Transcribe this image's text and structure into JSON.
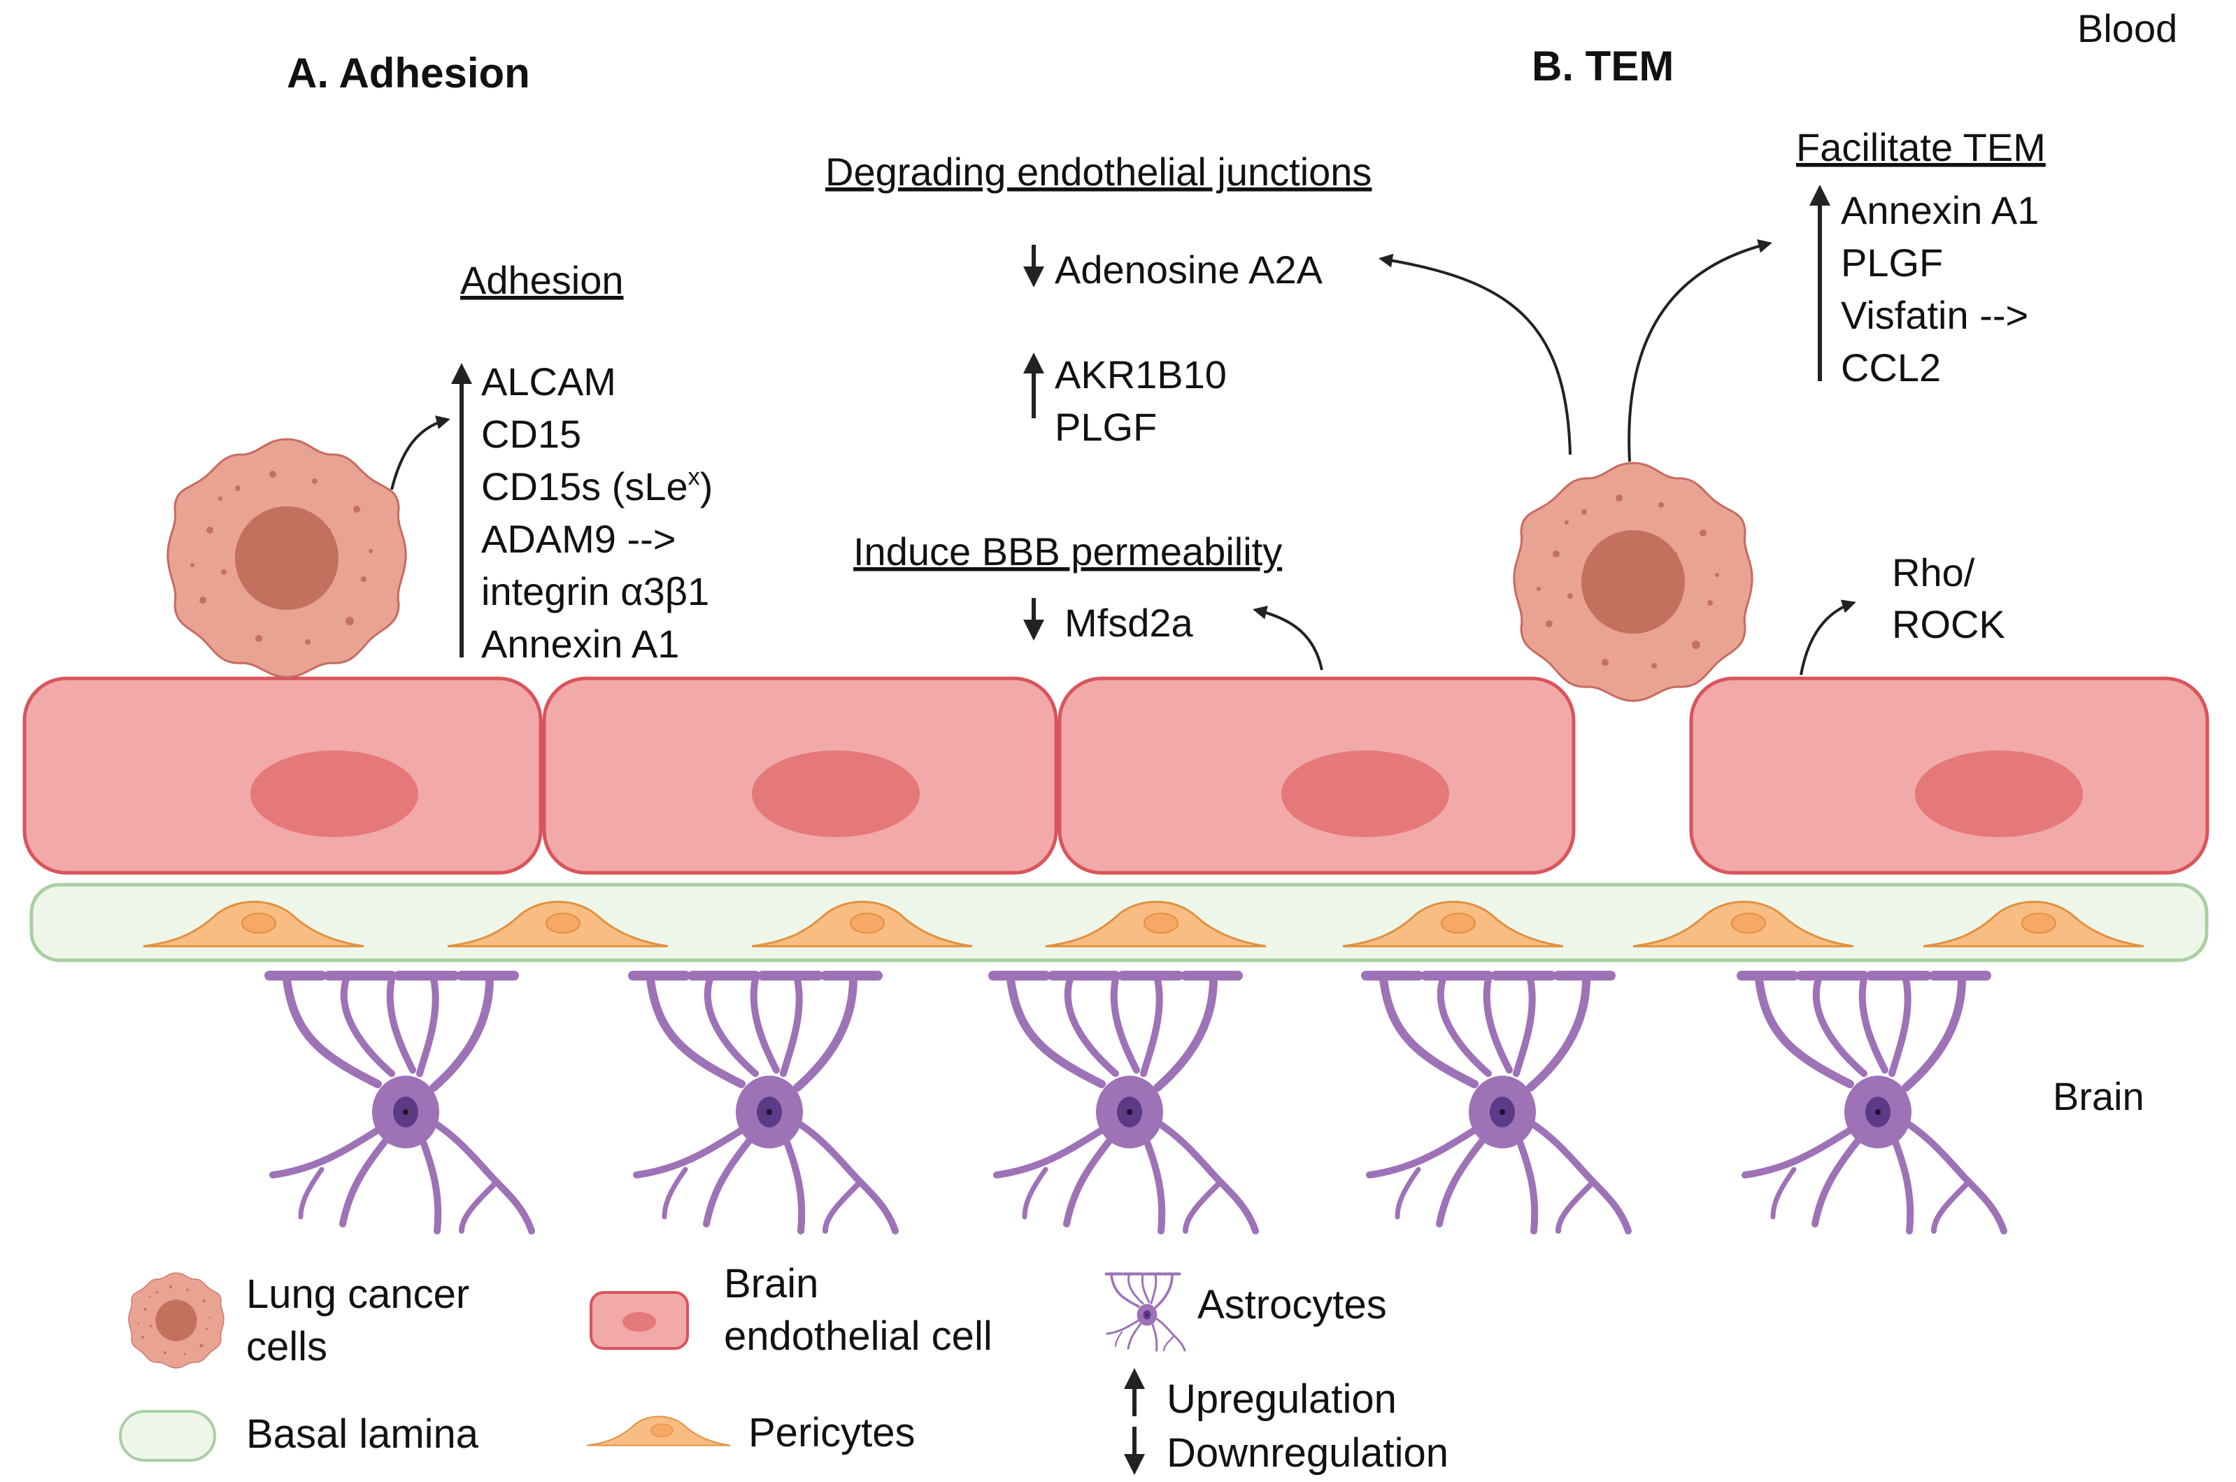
{
  "regions": {
    "blood": "Blood",
    "brain": "Brain"
  },
  "panels": {
    "adhesion_title": "A. Adhesion",
    "tem_title": "B. TEM"
  },
  "adhesion_box": {
    "heading": "Adhesion",
    "items": [
      "ALCAM",
      "CD15",
      "CD15s (sLe",
      "ADAM9 -->",
      "integrin α3β1",
      "Annexin A1"
    ],
    "superscript": "x",
    "closing": ")"
  },
  "degrading_box": {
    "heading": "Degrading endothelial junctions",
    "down_items": [
      "Adenosine A2A"
    ],
    "up_items": [
      "AKR1B10",
      "PLGF"
    ]
  },
  "permeability_box": {
    "heading": "Induce BBB permeability",
    "down_items": [
      "Mfsd2a"
    ]
  },
  "facilitate_box": {
    "heading": "Facilitate TEM",
    "up_items": [
      "Annexin A1",
      "PLGF",
      "Visfatin -->",
      "CCL2"
    ]
  },
  "rho_rock": [
    "Rho/",
    "ROCK"
  ],
  "legend": {
    "lung_cancer": [
      "Lung cancer",
      "cells"
    ],
    "endothelial": [
      "Brain",
      "endothelial cell"
    ],
    "astrocytes": "Astrocytes",
    "basal_lamina": "Basal lamina",
    "pericytes": "Pericytes",
    "upregulation": "Upregulation",
    "downregulation": "Downregulation"
  },
  "colors": {
    "cancer_fill": "#e8a393",
    "cancer_nucleus": "#c4705f",
    "endothelial_fill": "#f2a9a9",
    "endothelial_stroke": "#d9545a",
    "endothelial_nucleus": "#e57878",
    "basal_fill": "#eef6ea",
    "basal_stroke": "#a8cfa0",
    "pericyte_fill": "#f9bd84",
    "pericyte_stroke": "#e0913f",
    "astrocyte": "#9d72b7",
    "astrocyte_nucleus": "#5d3a86"
  },
  "icons": [
    "up-arrow",
    "down-arrow",
    "curved-arrow"
  ]
}
